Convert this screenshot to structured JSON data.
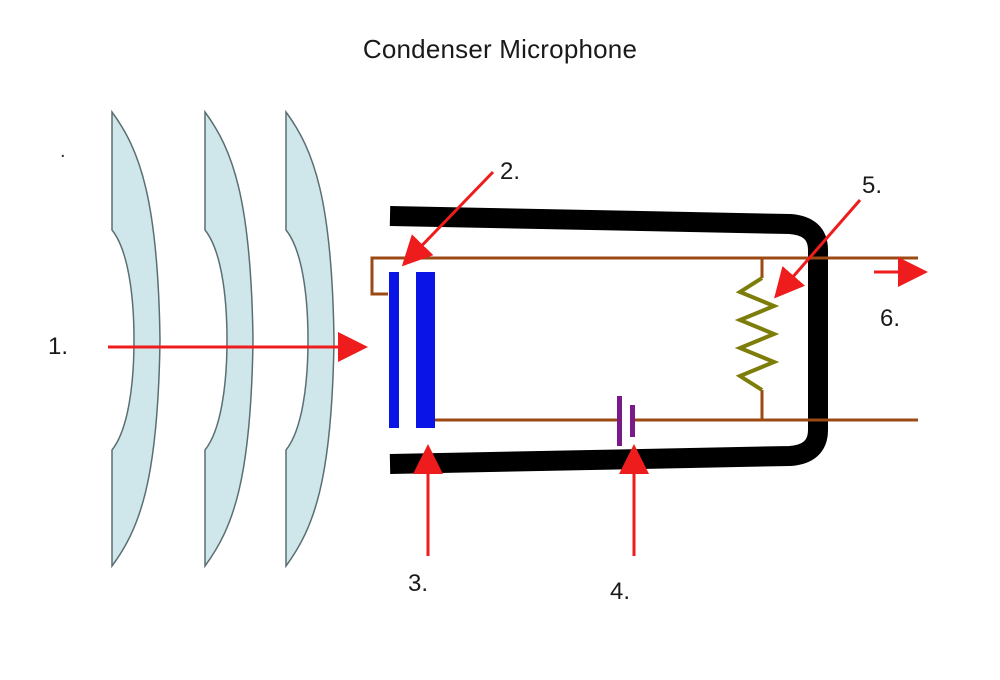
{
  "title": "Condenser Microphone",
  "stray_mark": ".",
  "labels": {
    "sound_waves": "1.",
    "diaphragm": "2.",
    "backplate": "3.",
    "battery": "4.",
    "resistor": "5.",
    "output": "6."
  },
  "colors": {
    "wave_fill": "#cfe7ea",
    "wave_stroke": "#5b6f72",
    "housing": "#000000",
    "plates": "#0a14e6",
    "wire": "#9c4a14",
    "resistor": "#7d7d0a",
    "battery": "#7a1a8a",
    "arrow": "#ee1c1c"
  }
}
